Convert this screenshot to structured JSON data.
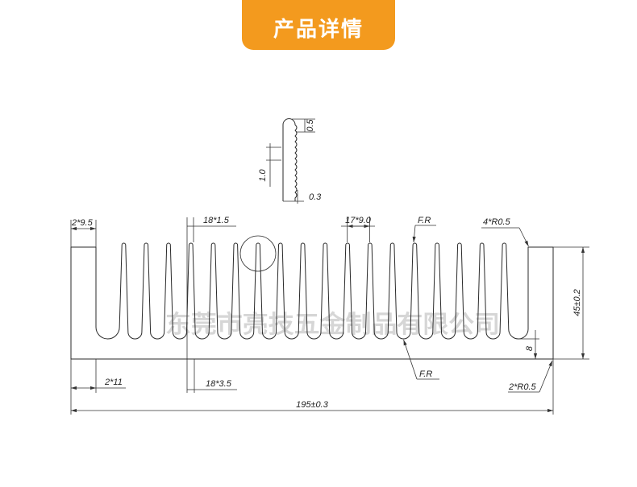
{
  "header": {
    "title": "产品详情"
  },
  "colors": {
    "header_bg": "#F39A1E",
    "header_text": "#FFFFFF",
    "line": "#333333",
    "watermark": "#C4C4C4"
  },
  "detail": {
    "labels": {
      "tip_size": "0.5",
      "serration_pitch": "1.0",
      "serration_depth": "0.3"
    }
  },
  "drawing": {
    "labels": {
      "end_wall_width": "2*9.5",
      "fin_top_width": "18*1.5",
      "fin_pitch": "17*9.0",
      "full_radius_top": "F.R",
      "corner_radius_top": "4*R0.5",
      "height": "45±0.2",
      "base_thickness": "8",
      "full_radius_bottom": "F.R",
      "corner_radius_bottom": "2*R0.5",
      "end_offset": "2*11",
      "fin_bottom_width": "18*3.5",
      "total_width": "195±0.3"
    },
    "watermark": "东莞市亮技五金制品有限公司"
  }
}
